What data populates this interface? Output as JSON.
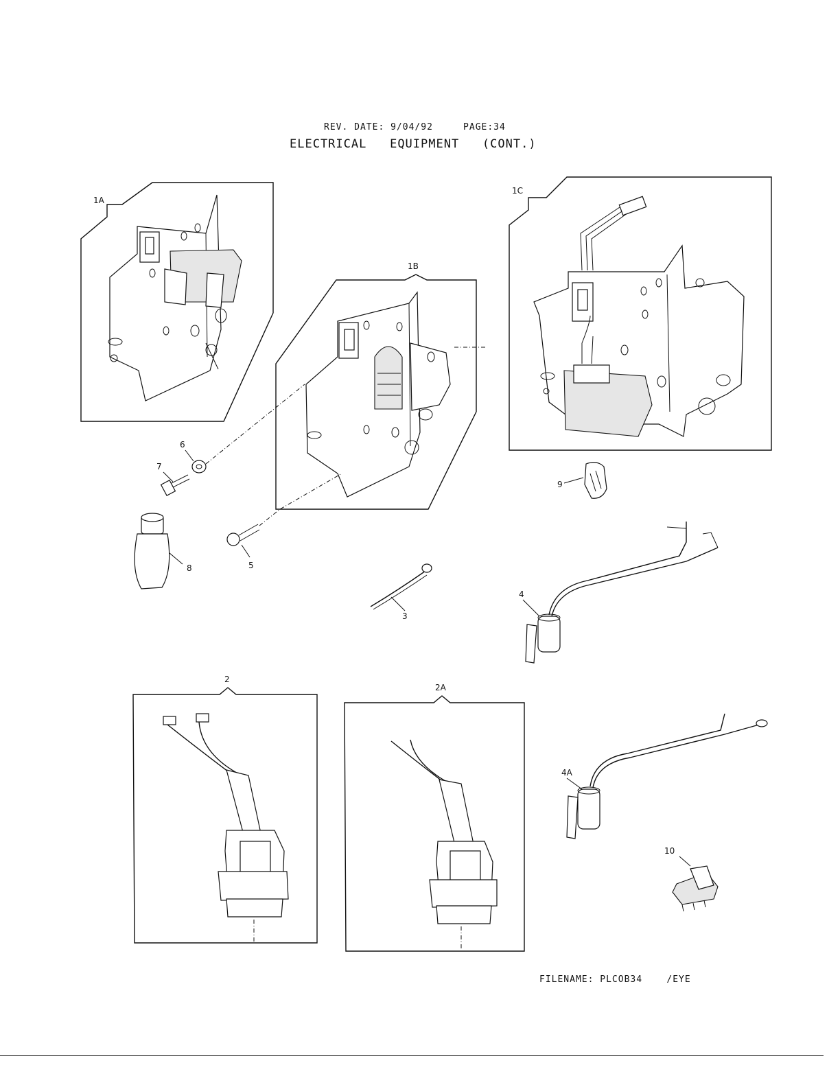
{
  "header": {
    "rev_label": "REV. DATE:",
    "rev_date": "9/04/92",
    "page_label": "PAGE:34",
    "title_words": [
      "ELECTRICAL",
      "EQUIPMENT",
      "(CONT.)"
    ]
  },
  "callouts": {
    "p1a": "1A",
    "p1b": "1B",
    "p1c": "1C",
    "p2": "2",
    "p2a": "2A",
    "p3": "3",
    "p4": "4",
    "p4a": "4A",
    "p5": "5",
    "p6": "6",
    "p7": "7",
    "p8": "8",
    "p9": "9",
    "p10": "10"
  },
  "footer": {
    "filename_label": "FILENAME:",
    "filename": "PLCOB34",
    "suffix": "/EYE"
  }
}
